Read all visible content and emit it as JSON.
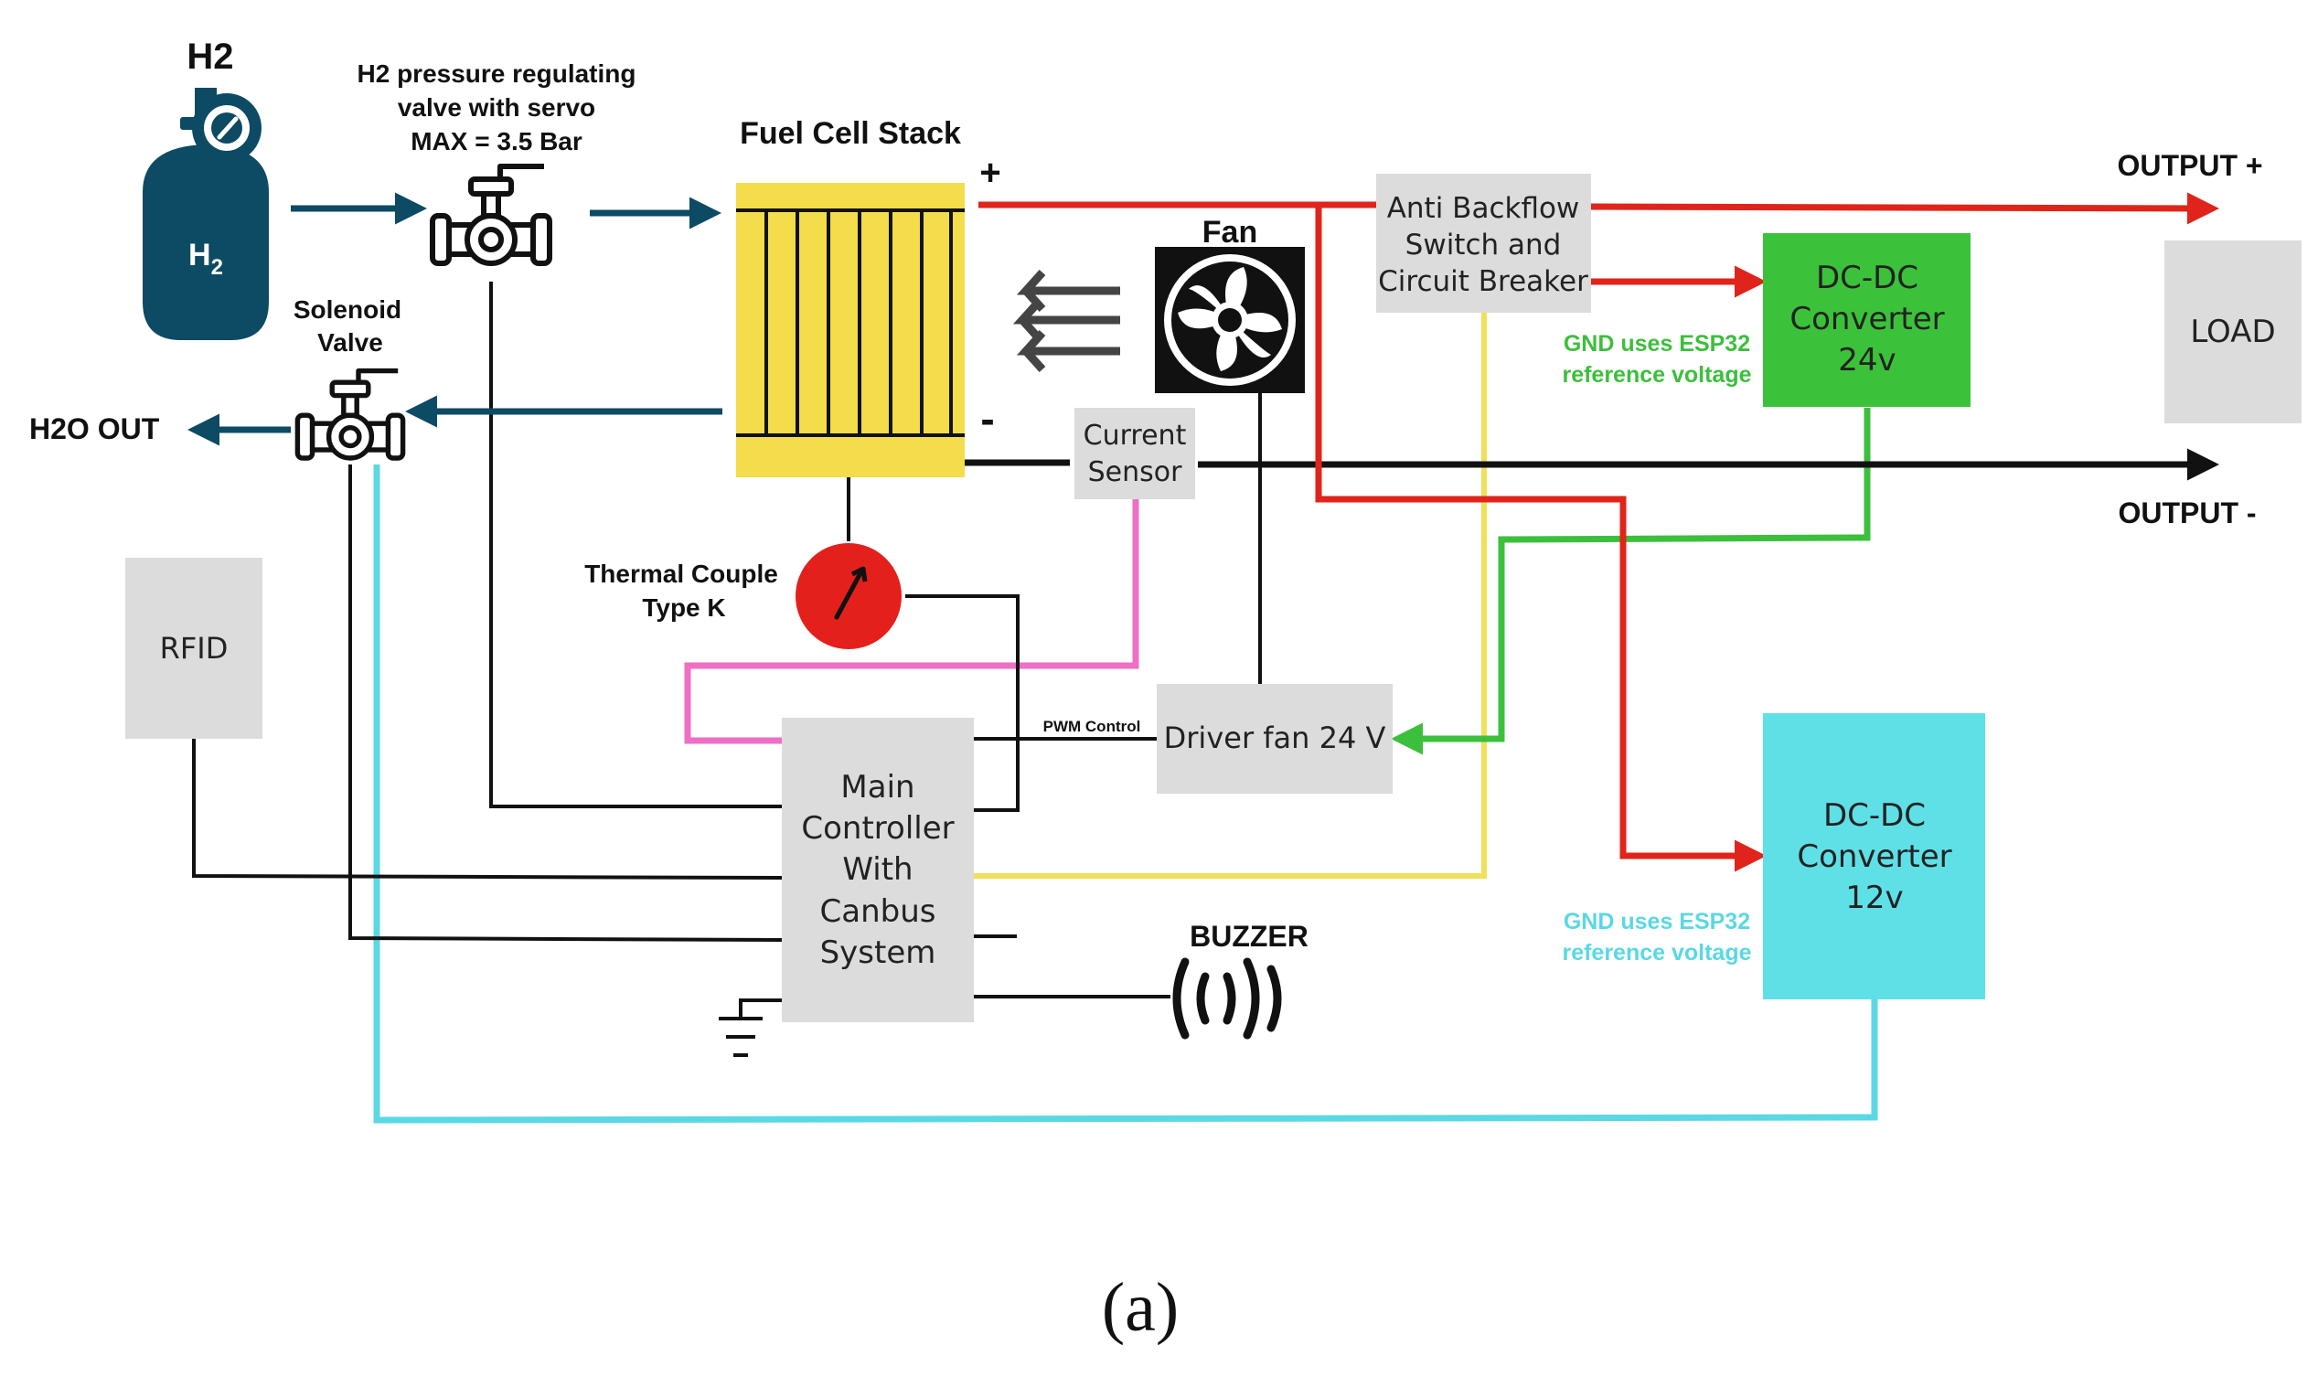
{
  "labels": {
    "h2_title": "H2",
    "tank_formula": "H",
    "tank_formula_sub": "2",
    "regulator_line1": "H2 pressure regulating",
    "regulator_line2": "valve with servo",
    "regulator_line3": "MAX = 3.5 Bar",
    "fuel_cell": "Fuel Cell Stack",
    "plus": "+",
    "minus": "-",
    "fan": "Fan",
    "solenoid_line1": "Solenoid",
    "solenoid_line2": "Valve",
    "h2o_out": "H2O OUT",
    "output_plus": "OUTPUT +",
    "output_minus": "OUTPUT -",
    "thermal_line1": "Thermal Couple",
    "thermal_line2": "Type K",
    "pwm": "PWM Control",
    "buzzer": "BUZZER",
    "caption": "(a)"
  },
  "boxes": {
    "anti_backflow": [
      "Anti Backflow",
      "Switch and",
      "Circuit Breaker"
    ],
    "dcdc24": [
      "DC-DC",
      "Converter",
      "24v"
    ],
    "dcdc12": [
      "DC-DC",
      "Converter",
      "12v"
    ],
    "load": "LOAD",
    "current_sensor": [
      "Current",
      "Sensor"
    ],
    "rfid": "RFID",
    "driver_fan": "Driver fan 24 V",
    "main_controller": [
      "Main",
      "Controller",
      "With",
      "Canbus",
      "System"
    ]
  },
  "notes": {
    "gnd24_line1": "GND uses ESP32",
    "gnd24_line2": "reference voltage",
    "gnd12_line1": "GND uses ESP32",
    "gnd12_line2": "reference voltage"
  },
  "colors": {
    "h2_flow": "#0d4a63",
    "positive_line": "#e0241b",
    "negative_line": "#111111",
    "signal_line": "#111111",
    "sensor_line": "#ee6fc4",
    "breaker_signal": "#f1e05a",
    "supply_24v": "#3cbf3c",
    "supply_12v": "#5ad8e3",
    "fuel_cell_fill": "#f4dc4a",
    "box_gray": "#dcdcdc",
    "dcdc24_fill": "#3bc23a",
    "dcdc12_fill": "#5fe0e6",
    "thermocouple_fill": "#e3201b",
    "note_green": "#3cbf3c",
    "note_cyan": "#5ad8e3"
  }
}
